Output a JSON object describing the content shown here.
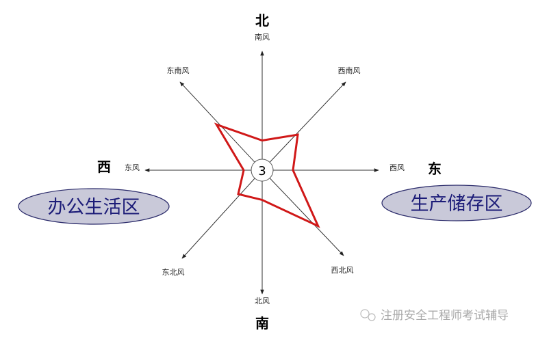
{
  "directions": {
    "north": "北",
    "south": "南",
    "west": "西",
    "east": "东"
  },
  "wind_labels": {
    "n": "南风",
    "ne": "西南风",
    "e": "西风",
    "se": "西北风",
    "s": "北风",
    "sw": "东北风",
    "w": "东风",
    "nw": "东南风"
  },
  "calm_value": "3",
  "frequencies": {
    "n": 2.9,
    "ne": 4.9,
    "e": 3.0,
    "se": 7.7,
    "s": 2.9,
    "sw": 3.3,
    "w": 1.8,
    "nw": 6.3
  },
  "zones": {
    "left": "办公生活区",
    "right": "生产储存区"
  },
  "watermark": "注册安全工程师考试辅导",
  "colors": {
    "rose_line": "#d01818",
    "zone_fill": "#c9c9d9",
    "zone_border": "#2a2a6a",
    "zone_text": "#1c1c78"
  }
}
